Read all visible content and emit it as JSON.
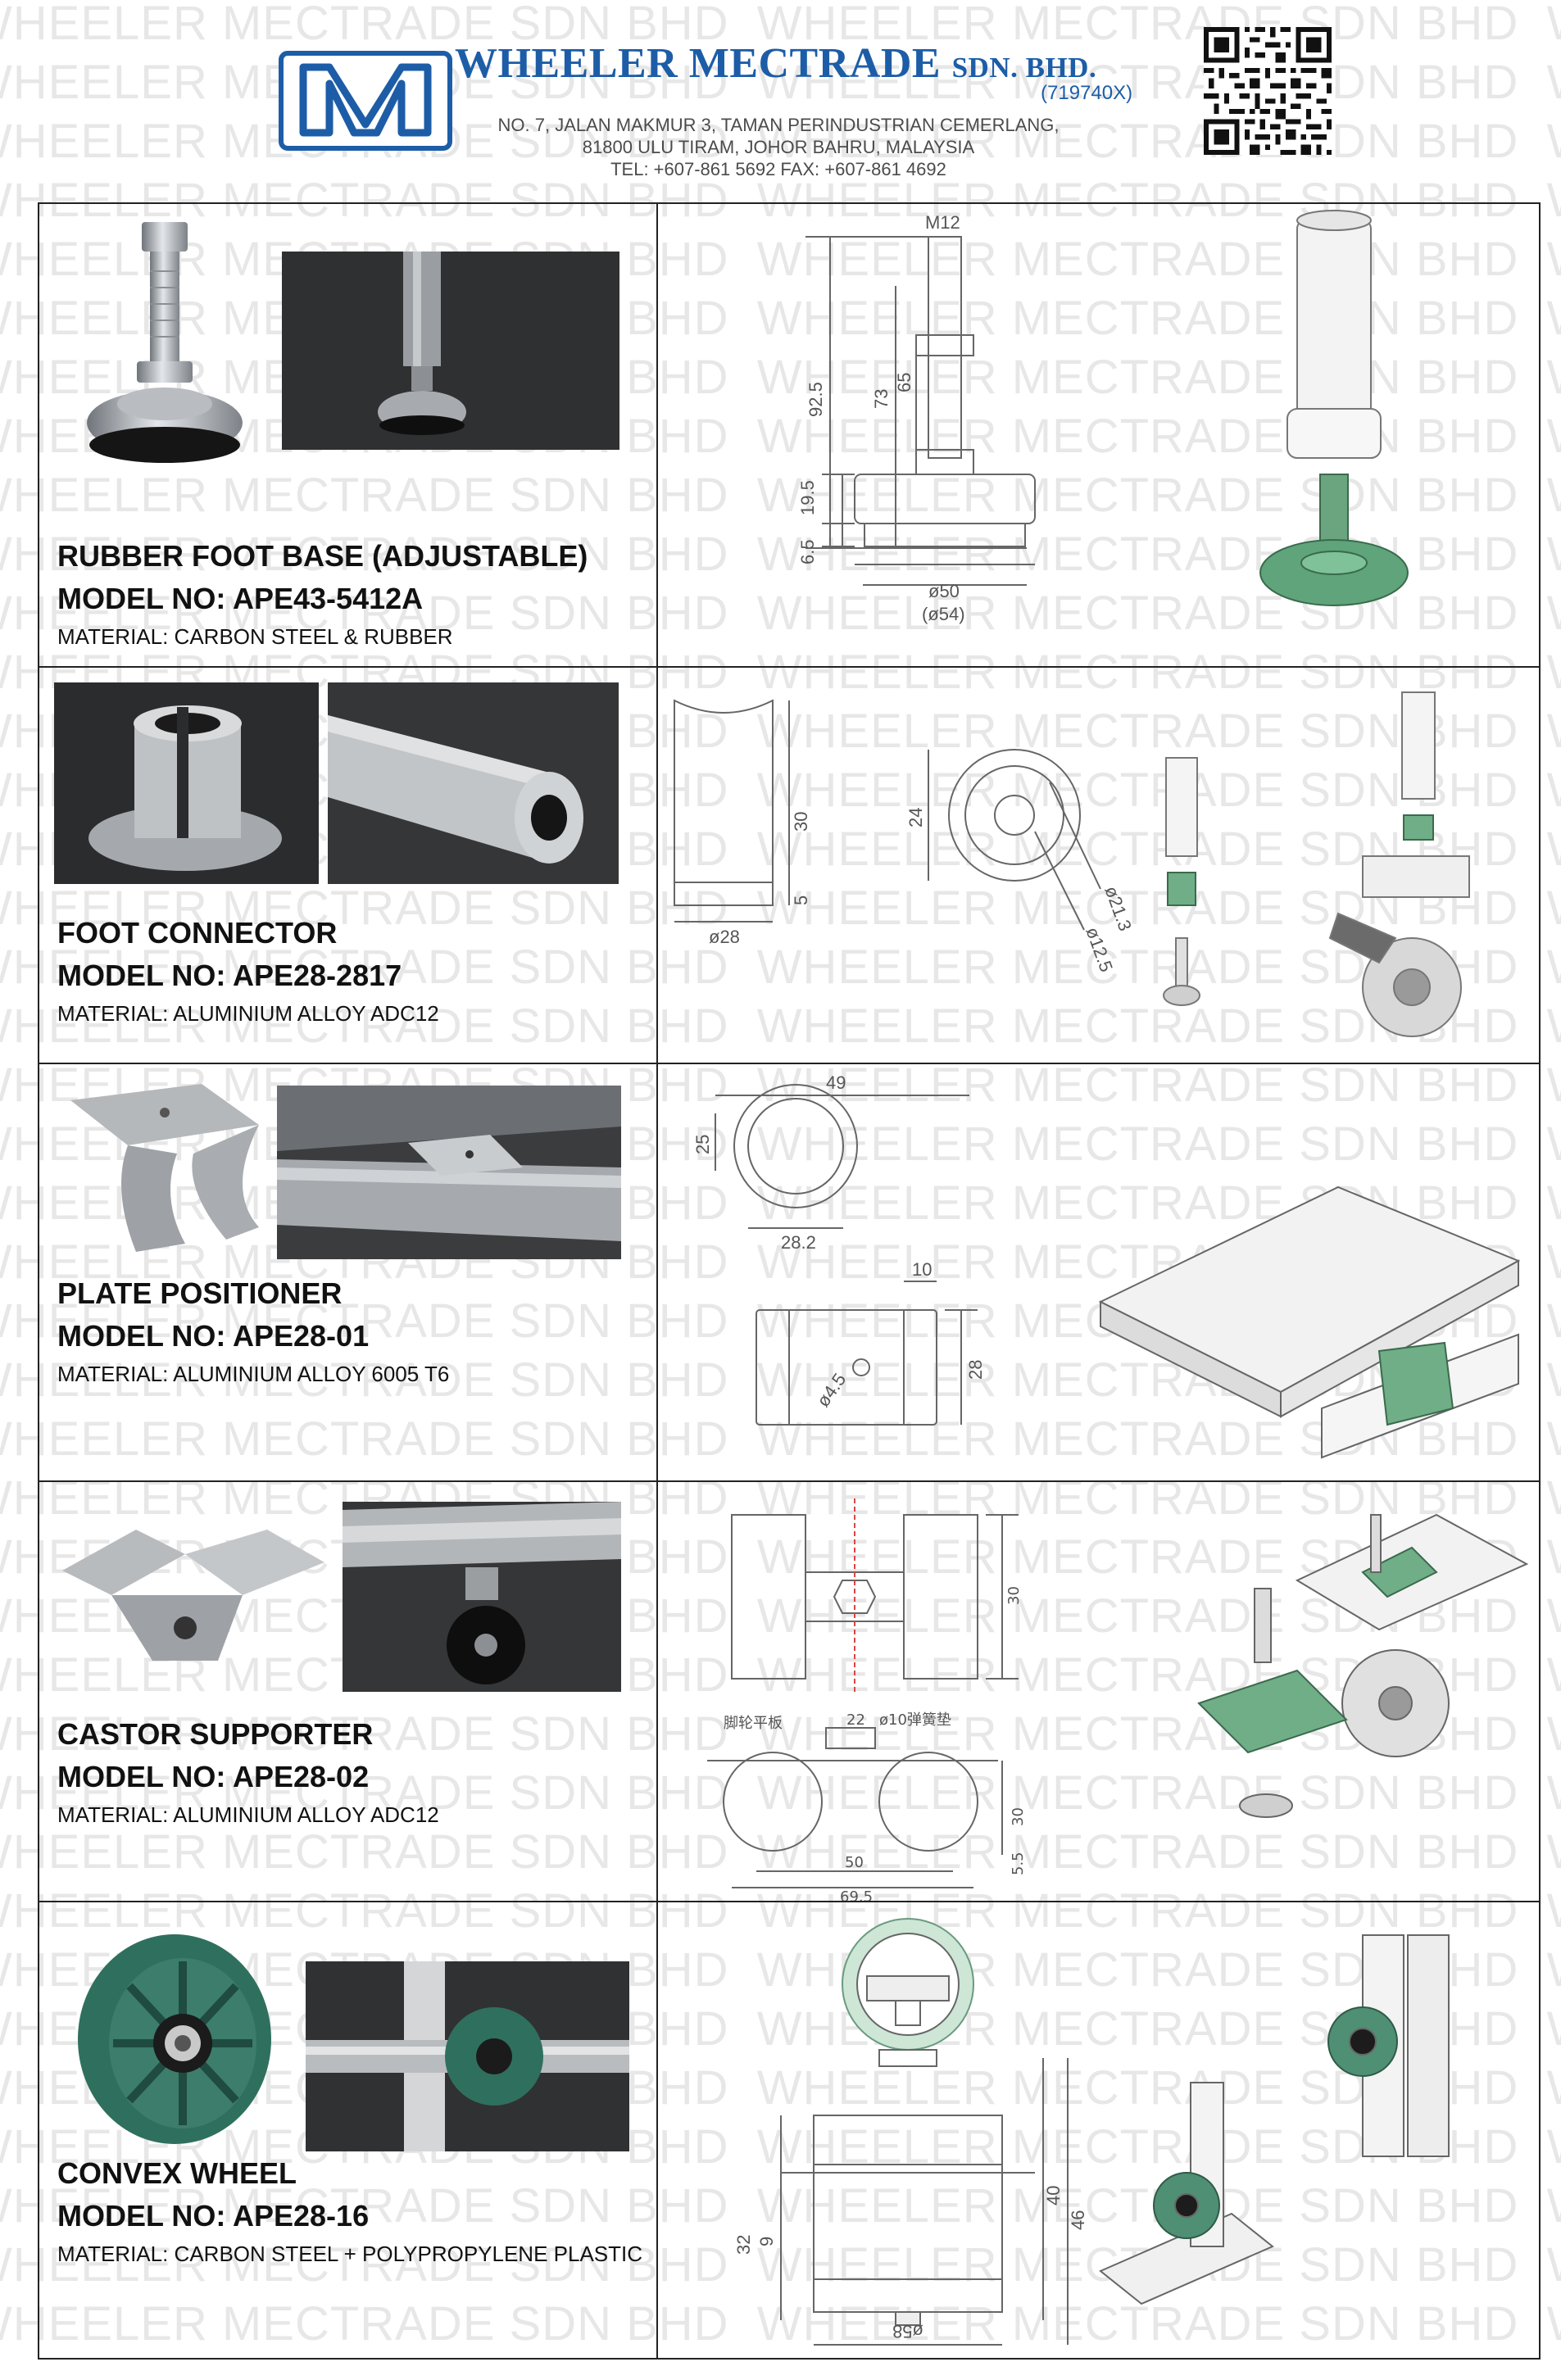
{
  "watermark": {
    "text": "WHEELER MECTRADE SDN BHD"
  },
  "company": {
    "name": "WHEELER MECTRADE",
    "suffix": "SDN. BHD.",
    "reg_no": "(719740X)",
    "address_line1": "NO. 7, JALAN MAKMUR 3, TAMAN PERINDUSTRIAN CEMERLANG,",
    "address_line2": "81800 ULU TIRAM, JOHOR BAHRU, MALAYSIA",
    "contact": "TEL: +607-861 5692  FAX: +607-861 4692",
    "brand_color": "#1d5da7"
  },
  "products": [
    {
      "name": "RUBBER FOOT BASE (ADJUSTABLE)",
      "model": "MODEL NO: APE43-5412A",
      "material": "MATERIAL: CARBON STEEL & RUBBER",
      "dims": [
        "M12",
        "92.5",
        "73",
        "65",
        "19.5",
        "6.5",
        "ø50",
        "(ø54)"
      ]
    },
    {
      "name": "FOOT CONNECTOR",
      "model": "MODEL NO: APE28-2817",
      "material": "MATERIAL: ALUMINIUM ALLOY ADC12",
      "dims": [
        "30",
        "ø28",
        "5",
        "24",
        "ø21.3",
        "ø12.5"
      ]
    },
    {
      "name": "PLATE POSITIONER",
      "model": "MODEL NO: APE28-01",
      "material": "MATERIAL: ALUMINIUM ALLOY 6005 T6",
      "dims": [
        "49",
        "25",
        "28.2",
        "10",
        "28",
        "ø4.5"
      ]
    },
    {
      "name": "CASTOR SUPPORTER",
      "model": "MODEL NO: APE28-02",
      "material": "MATERIAL: ALUMINIUM ALLOY ADC12",
      "dims": [
        "30",
        "22",
        "ø10弹簧垫",
        "脚轮平板",
        "50",
        "69.5",
        "30",
        "5.5"
      ]
    },
    {
      "name": "CONVEX WHEEL",
      "model": "MODEL NO: APE28-16",
      "material": "MATERIAL: CARBON STEEL + POLYPROPYLENE PLASTIC",
      "dims": [
        "32",
        "9",
        "40",
        "46",
        "ø58"
      ]
    }
  ]
}
